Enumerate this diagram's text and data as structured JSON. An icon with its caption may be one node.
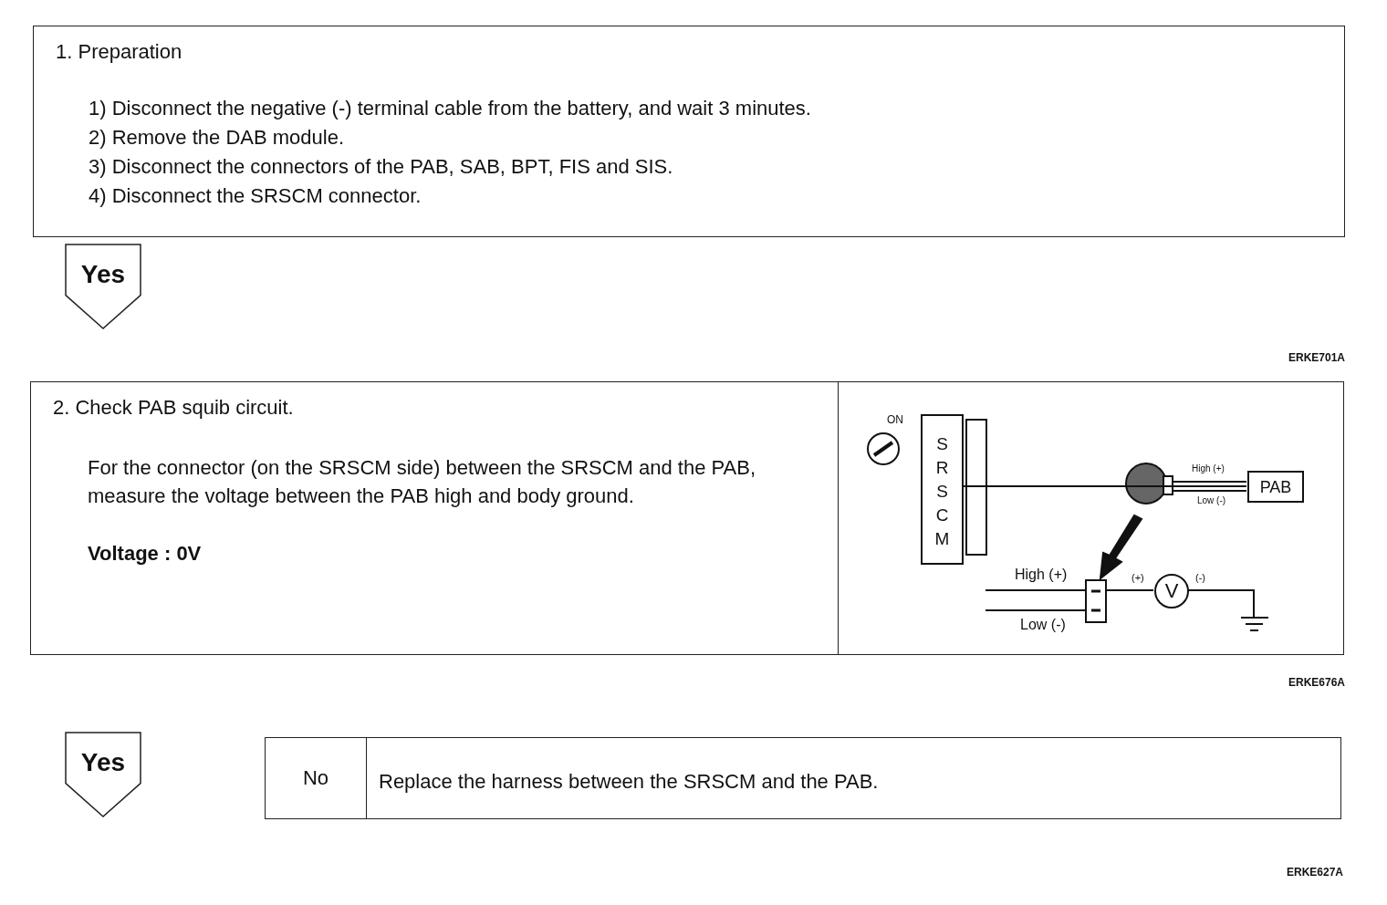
{
  "diagram": {
    "nodes": [
      {
        "text": [
          "1. Preparation",
          "1) Disconnect the negative (-) terminal cable from the battery, and wait 3 minutes.",
          "2) Remove the DAB module.",
          "3) Disconnect the connectors of the PAB, SAB, BPT, FIS and SIS.",
          "4) Disconnect the SRSCM connector."
        ]
      },
      {
        "text": [
          "Yes"
        ]
      },
      {
        "text": [
          "2. Check PAB squib circuit.",
          "For the connector (on the SRSCM side) between the SRSCM and the PAB, measure the voltage between the PAB high and body ground.",
          "Voltage : 0V"
        ]
      },
      {
        "text": [
          "Yes"
        ]
      },
      {
        "text": [
          "No",
          "Replace the harness between the SRSCM and the PAB."
        ]
      },
      {
        "text": [
          "SRSCM"
        ],
        "in": 2
      },
      {
        "text": [
          "PAB"
        ],
        "in": 2
      },
      {
        "text": [
          "V"
        ],
        "in": 2
      }
    ],
    "edges": [
      {
        "from": 5,
        "to": 6,
        "arrow": "none"
      }
    ],
    "labels": [
      "ERKE701A",
      "ON",
      "High (+)",
      "Low (-)",
      "High (+)",
      "(+)",
      "(-)",
      "Low (-)",
      "ERKE676A",
      "ERKE627A"
    ]
  }
}
